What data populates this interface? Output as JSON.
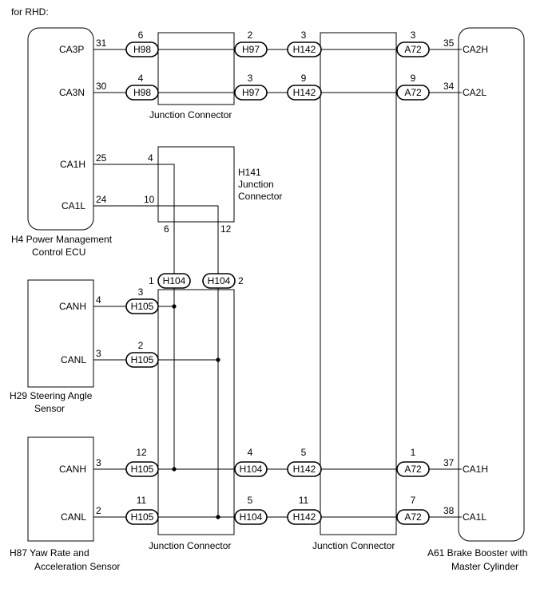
{
  "header": "for RHD:",
  "components": {
    "h4": {
      "label_line1": "H4  Power Management",
      "label_line2": "Control ECU",
      "pins": {
        "p31": "31",
        "p30": "30",
        "p25": "25",
        "p24": "24"
      },
      "signals": {
        "ca3p": "CA3P",
        "ca3n": "CA3N",
        "ca1h": "CA1H",
        "ca1l": "CA1L"
      }
    },
    "h29": {
      "label_line1": "H29  Steering Angle",
      "label_line2": "Sensor",
      "pins": {
        "p4": "4",
        "p3": "3"
      },
      "signals": {
        "canh": "CANH",
        "canl": "CANL"
      }
    },
    "h87": {
      "label_line1": "H87  Yaw Rate and",
      "label_line2": "Acceleration Sensor",
      "pins": {
        "p3": "3",
        "p2": "2"
      },
      "signals": {
        "canh": "CANH",
        "canl": "CANL"
      }
    },
    "a61": {
      "label_line1": "A61  Brake Booster with",
      "label_line2": "Master Cylinder",
      "pins": {
        "p35": "35",
        "p34": "34",
        "p37": "37",
        "p38": "38"
      },
      "signals": {
        "ca2h": "CA2H",
        "ca2l": "CA2L",
        "ca1h": "CA1H",
        "ca1l": "CA1L"
      }
    },
    "h141": {
      "line1": "H141",
      "line2": "Junction",
      "line3": "Connector",
      "pins": {
        "p4": "4",
        "p10": "10",
        "p6": "6",
        "p12": "12"
      }
    }
  },
  "junction_labels": {
    "top": "Junction Connector",
    "bottom_left": "Junction Connector",
    "bottom_right": "Junction Connector"
  },
  "connectors": {
    "r1_h98": {
      "name": "H98",
      "pin": "6"
    },
    "r1_h97": {
      "name": "H97",
      "pin": "2"
    },
    "r1_h142": {
      "name": "H142",
      "pin": "3"
    },
    "r1_a72": {
      "name": "A72",
      "pin": "3"
    },
    "r2_h98": {
      "name": "H98",
      "pin": "4"
    },
    "r2_h97": {
      "name": "H97",
      "pin": "3"
    },
    "r2_h142": {
      "name": "H142",
      "pin": "9"
    },
    "r2_a72": {
      "name": "A72",
      "pin": "9"
    },
    "h104_l": {
      "name": "H104",
      "pin": "1"
    },
    "h104_r": {
      "name": "H104",
      "pin": "2"
    },
    "h29_h105a": {
      "name": "H105",
      "pin": "3"
    },
    "h29_h105b": {
      "name": "H105",
      "pin": "2"
    },
    "r5_h105": {
      "name": "H105",
      "pin": "12"
    },
    "r5_h104": {
      "name": "H104",
      "pin": "4"
    },
    "r5_h142": {
      "name": "H142",
      "pin": "5"
    },
    "r5_a72": {
      "name": "A72",
      "pin": "1"
    },
    "r6_h105": {
      "name": "H105",
      "pin": "11"
    },
    "r6_h104": {
      "name": "H104",
      "pin": "5"
    },
    "r6_h142": {
      "name": "H142",
      "pin": "11"
    },
    "r6_a72": {
      "name": "A72",
      "pin": "7"
    }
  }
}
